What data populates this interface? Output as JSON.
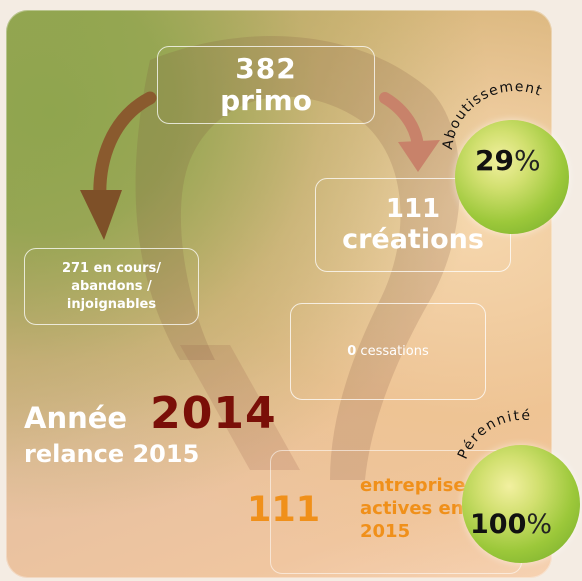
{
  "diagram": {
    "primo": {
      "number": "382",
      "label": "primo"
    },
    "creations": {
      "number": "111",
      "label": "créations"
    },
    "en_cours": {
      "label": "271 en cours/ abandons / injoignables"
    },
    "cessations": {
      "number": "0",
      "label": "cessations"
    },
    "year": {
      "label": "Année",
      "value": "2014"
    },
    "relance": "relance 2015",
    "actives": {
      "number": "111",
      "label": "entreprises actives en 2015"
    },
    "aboutissement": {
      "title": "Aboutissement",
      "value": "29",
      "unit": "%"
    },
    "perennite": {
      "title": "Pérennité",
      "value": "100",
      "unit": "%"
    }
  },
  "colors": {
    "year_value": "#7a0f08",
    "actives": "#f0901a",
    "circle_green": "#9cc83a",
    "arrow_brown": "#8a5a2e",
    "arrow_salmon": "#c8826a"
  }
}
